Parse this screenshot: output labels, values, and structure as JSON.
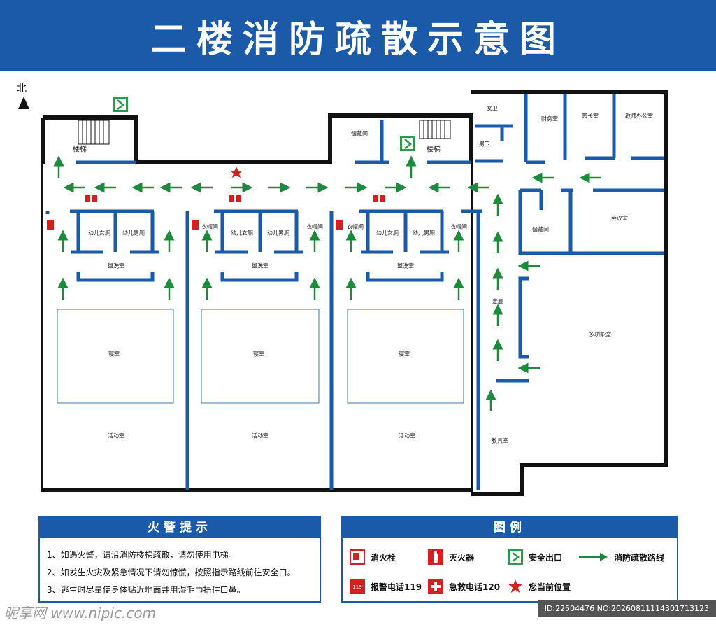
{
  "title": "二楼消防疏散示意图",
  "north_label": "北",
  "colors": {
    "brand_blue": "#1a5aa8",
    "arrow_green": "#1e8a3c",
    "wall_black": "#111111",
    "hydrant_red": "#d42020"
  },
  "rooms": {
    "stairs_left": "楼梯",
    "stairs_right": "楼梯",
    "storage_top": "储藏间",
    "storage_right": "储藏间",
    "female_wc": "女卫",
    "male_wc": "男卫",
    "finance": "财务室",
    "principal": "园长室",
    "teacher_office": "教师办公室",
    "meeting": "会议室",
    "multi_function": "多功能室",
    "corridor": "走廊",
    "toy_room": "教具室",
    "unit1": {
      "girls_wc": "幼儿女厕",
      "boys_wc": "幼儿男厕",
      "washroom": "盥洗室",
      "bedroom": "寝室",
      "activity": "活动室"
    },
    "unit2": {
      "cloak_left": "衣帽间",
      "cloak_right": "衣帽间",
      "girls_wc": "幼儿女厕",
      "boys_wc": "幼儿男厕",
      "washroom": "盥洗室",
      "bedroom": "寝室",
      "activity": "活动室"
    },
    "unit3": {
      "cloak_left": "衣帽间",
      "cloak_right": "衣帽间",
      "girls_wc": "幼儿女厕",
      "boys_wc": "幼儿男厕",
      "washroom": "盥洗室",
      "bedroom": "寝室",
      "activity": "活动室"
    }
  },
  "fire_tips": {
    "heading": "火警提示",
    "items": [
      "1、如遇火警，请沿消防楼梯疏散，请勿使用电梯。",
      "2、如发生火灾及紧急情况下请勿惊慌，按照指示路线前往安全口。",
      "3、逃生时尽量使身体贴近地面并用湿毛巾捂住口鼻。"
    ]
  },
  "legend": {
    "heading": "图例",
    "hydrant": "消火栓",
    "extinguisher": "灭火器",
    "exit": "安全出口",
    "route": "消防疏散路线",
    "alarm_phone": "报警电话119",
    "emergency_phone": "急救电话120",
    "current_position": "您当前位置",
    "icon_119": "119"
  },
  "watermark": {
    "left": "昵享网 www.nipic.com",
    "right": "ID:22504476 NO:20260811114301713123"
  }
}
